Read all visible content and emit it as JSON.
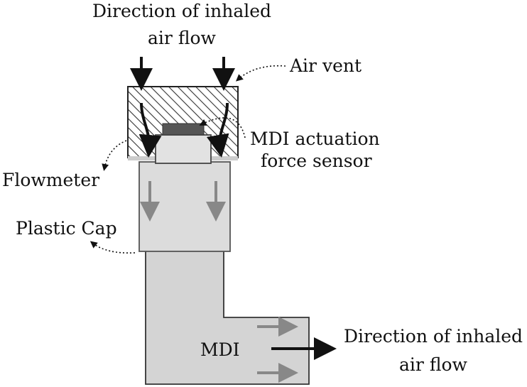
{
  "labels": {
    "inhaled_flow_top_line1": "Direction of inhaled",
    "inhaled_flow_top_line2": "air flow",
    "air_vent": "Air vent",
    "sensor_line1": "MDI actuation",
    "sensor_line2": "force sensor",
    "flowmeter": "Flowmeter",
    "plastic_cap": "Plastic Cap",
    "mdi": "MDI",
    "inhaled_flow_right_line1": "Direction of inhaled",
    "inhaled_flow_right_line2": "air flow"
  },
  "colors": {
    "line": "#222222",
    "body_fill": "#d4d4d4",
    "cap_fill": "#dcdcdc",
    "sensor_fill": "#555555",
    "gray_arrow": "#888888",
    "hatch": "#333333"
  }
}
